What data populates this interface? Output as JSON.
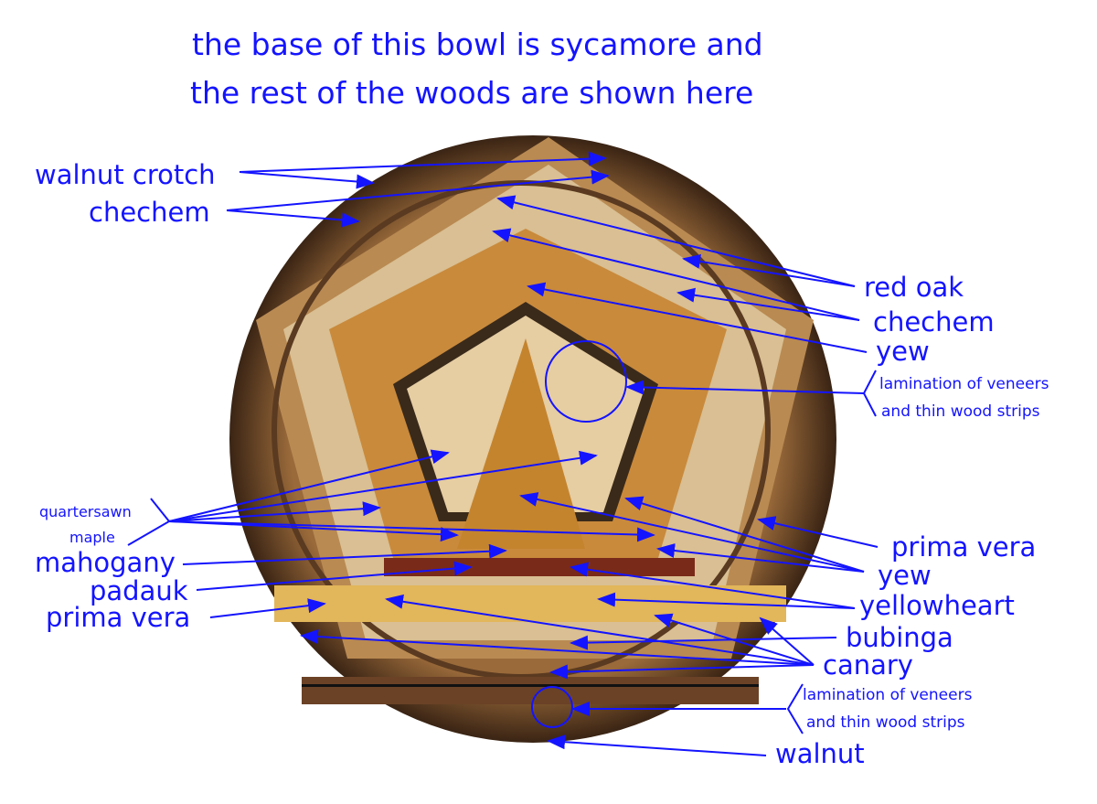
{
  "title": {
    "line1": "the base of this bowl is sycamore and",
    "line2": "the rest of the woods are shown here"
  },
  "labels": {
    "walnut_crotch": "walnut crotch",
    "chechem_left": "chechem",
    "red_oak": "red oak",
    "chechem_right": "chechem",
    "yew_top": "yew",
    "lamination_top_1": "lamination of veneers",
    "lamination_top_2": "and thin wood strips",
    "quartersawn_1": "quartersawn",
    "quartersawn_2": "maple",
    "mahogany": "mahogany",
    "padauk": "padauk",
    "prima_vera_left": "prima vera",
    "prima_vera_right": "prima vera",
    "yew_bottom": "yew",
    "yellowheart": "yellowheart",
    "bubinga": "bubinga",
    "canary": "canary",
    "lamination_bottom_1": "lamination of veneers",
    "lamination_bottom_2": "and thin wood strips",
    "walnut": "walnut"
  },
  "colors": {
    "annotation": "#1414ff",
    "walnut": "#4a2e1a",
    "oak": "#b07a40",
    "yew": "#c8862e",
    "maple": "#e0c9a0"
  }
}
